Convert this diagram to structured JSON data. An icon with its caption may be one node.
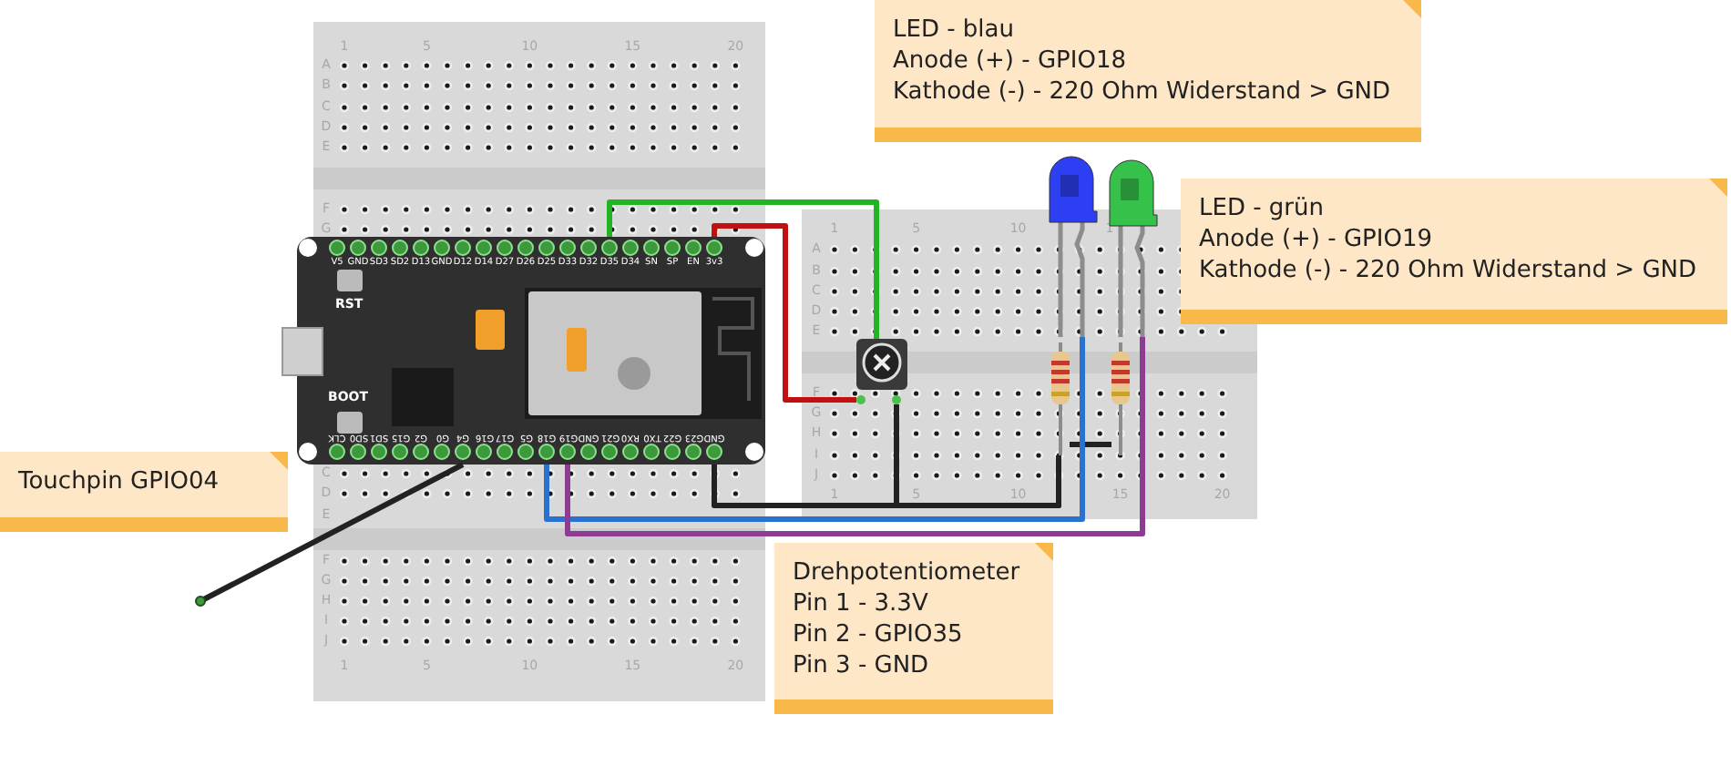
{
  "diagram": {
    "nodes": [
      {
        "text": [
          "LED - blau",
          "Anode (+) - GPIO18",
          "Kathode (-) - 220 Ohm Widerstand > GND"
        ]
      },
      {
        "text": [],
        "shape": "picture"
      },
      {
        "text": [],
        "shape": "picture"
      },
      {
        "text": [
          "LED - grün",
          "Anode (+) - GPIO19",
          "Kathode (-) - 220 Ohm Widerstand > GND"
        ]
      },
      {
        "text": [
          "RST",
          "BOOT",
          "V5",
          "GND",
          "SD3",
          "SD2",
          "D13",
          "GND",
          "D12",
          "D14",
          "D27",
          "D26",
          "D25",
          "D33",
          "D32",
          "D35",
          "D34",
          "SN",
          "SP",
          "EN",
          "3v3",
          "CLK",
          "SD0",
          "SD1",
          "G15",
          "G2",
          "G0",
          "G4",
          "G16",
          "G17",
          "G5",
          "G18",
          "G19",
          "GND",
          "G21",
          "RX0",
          "TX0",
          "G22",
          "G23",
          "GND"
        ]
      },
      {
        "text": [],
        "shape": "picture"
      },
      {
        "text": [],
        "shape": "picture"
      },
      {
        "text": [],
        "shape": "picture"
      },
      {
        "text": [
          "Touchpin GPIO04"
        ]
      },
      {
        "text": [
          "Drehpotentiometer",
          "Pin 1 - 3.3V",
          "Pin 2 - GPIO35",
          "Pin 3 - GND"
        ]
      }
    ],
    "edges": [
      {
        "from": 4,
        "to": 5,
        "arrow": "none",
        "color": "#22b422"
      },
      {
        "from": 4,
        "to": 5,
        "arrow": "none",
        "color": "#c01010"
      },
      {
        "from": 4,
        "to": 6,
        "arrow": "none"
      },
      {
        "from": 5,
        "to": 6,
        "arrow": "none"
      },
      {
        "from": 6,
        "to": 7,
        "arrow": "none"
      },
      {
        "from": 4,
        "to": 1,
        "arrow": "none",
        "color": "#2a72d0"
      },
      {
        "from": 4,
        "to": 2,
        "arrow": "none",
        "color": "#8e3c93"
      },
      {
        "from": 4,
        "to": null,
        "arrow": "other"
      }
    ],
    "labels": [
      "1",
      "5",
      "10",
      "15",
      "20",
      "A",
      "B",
      "C",
      "D",
      "E",
      "F",
      "G",
      "C",
      "D",
      "E",
      "F",
      "G",
      "H",
      "I",
      "J",
      "1",
      "5",
      "10",
      "15",
      "20",
      "1",
      "5",
      "10",
      "1",
      "A",
      "B",
      "C",
      "D",
      "E",
      "F",
      "G",
      "H",
      "I",
      "J",
      "1",
      "5",
      "10",
      "15",
      "20"
    ]
  }
}
